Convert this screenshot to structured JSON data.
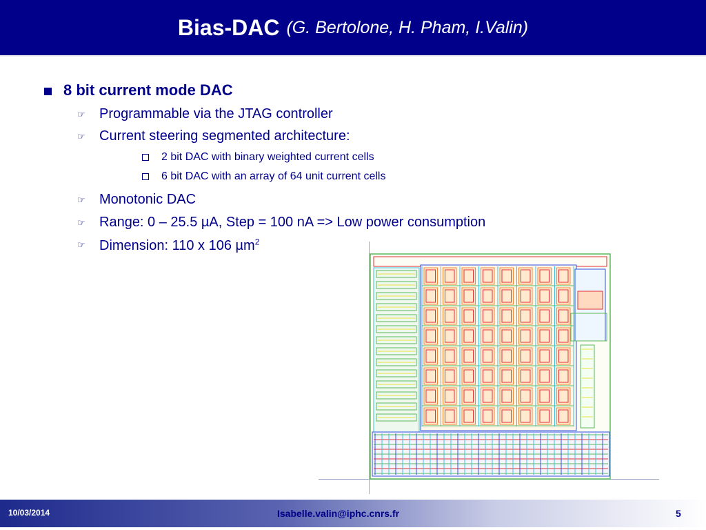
{
  "slide": {
    "title_main": "Bias-DAC",
    "title_sub": "(G. Bertolone, H. Pham, I.Valin)",
    "bullets": [
      {
        "text": "8 bit current mode DAC"
      },
      {
        "text": "Programmable via the JTAG controller"
      },
      {
        "text": "Current steering segmented architecture:"
      },
      {
        "text": "2 bit DAC with binary weighted current cells"
      },
      {
        "text": "6 bit DAC with an array of 64 unit current cells"
      },
      {
        "text": "Monotonic DAC"
      },
      {
        "text": "Range: 0 – 25.5 µA, Step = 100 nA => Low power consumption"
      },
      {
        "text": "Dimension: 110 x 106 µm",
        "superscript": "2"
      }
    ],
    "figure": {
      "grid_rows": 8,
      "grid_cols": 8
    }
  },
  "footer": {
    "date": "10/03/2014",
    "email": "Isabelle.valin@iphc.cnrs.fr",
    "page": "5"
  },
  "colors": {
    "title_bar": "#00008b",
    "text": "#00008b",
    "layout_orange": "#f08a3a",
    "layout_green": "#5ab85a",
    "layout_cyan": "#40c0e0",
    "layout_blue": "#3050e0",
    "layout_red": "#e03030",
    "layout_yellow": "#e8e040"
  },
  "icons": {
    "level1": "square-bullet-icon",
    "level2": "hand-pointer-icon",
    "level3": "hollow-square-icon"
  }
}
